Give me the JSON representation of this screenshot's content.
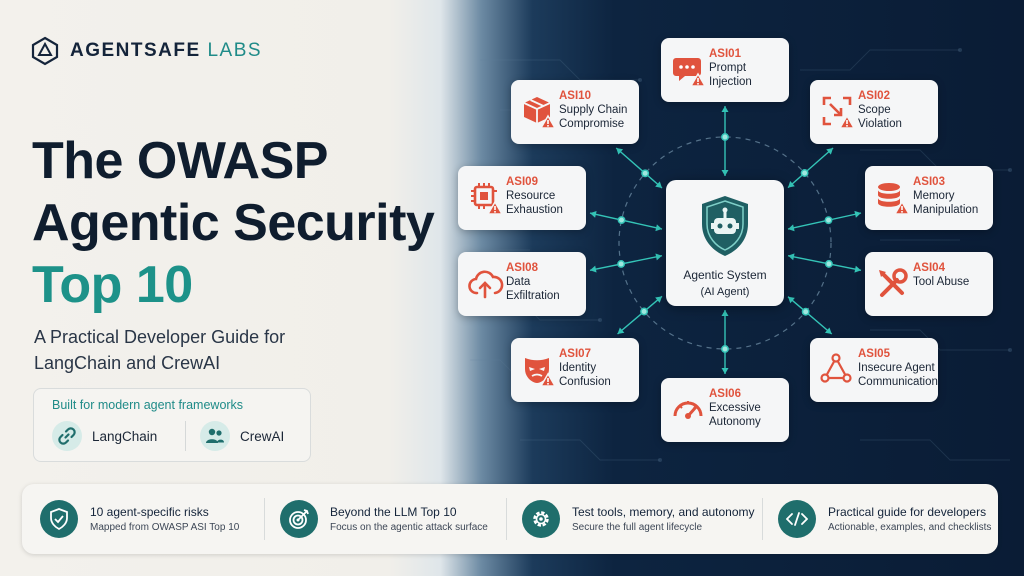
{
  "brand": {
    "name": "AGENTSAFE",
    "suffix": " LABS"
  },
  "hero": {
    "title_line1": "The OWASP",
    "title_line2": "Agentic Security",
    "title_line3": "Top 10",
    "subtitle": "A Practical Developer Guide for LangChain and CrewAI"
  },
  "frameworks": {
    "title": "Built for modern agent frameworks",
    "items": [
      {
        "name": "LangChain",
        "icon": "link-icon"
      },
      {
        "name": "CrewAI",
        "icon": "users-icon"
      }
    ]
  },
  "diagram": {
    "center": {
      "title": "Agentic System",
      "subtitle": "(AI Agent)",
      "icon": "robot-shield-icon"
    },
    "risks": [
      {
        "code": "ASI01",
        "label": "Prompt Injection",
        "icon": "chat-warning-icon"
      },
      {
        "code": "ASI02",
        "label": "Scope Violation",
        "icon": "scope-warning-icon"
      },
      {
        "code": "ASI03",
        "label": "Memory Manipulation",
        "icon": "database-warning-icon"
      },
      {
        "code": "ASI04",
        "label": "Tool Abuse",
        "icon": "tools-icon"
      },
      {
        "code": "ASI05",
        "label": "Insecure Agent Communication",
        "icon": "network-warning-icon"
      },
      {
        "code": "ASI06",
        "label": "Excessive Autonomy",
        "icon": "gauge-icon"
      },
      {
        "code": "ASI07",
        "label": "Identity Confusion",
        "icon": "mask-icon"
      },
      {
        "code": "ASI08",
        "label": "Data Exfiltration",
        "icon": "cloud-upload-icon"
      },
      {
        "code": "ASI09",
        "label": "Resource Exhaustion",
        "icon": "chip-warning-icon"
      },
      {
        "code": "ASI10",
        "label": "Supply Chain Compromise",
        "icon": "package-warning-icon"
      }
    ]
  },
  "features": [
    {
      "title": "10 agent-specific risks",
      "desc": "Mapped from OWASP ASI Top 10",
      "icon": "shield-check-icon"
    },
    {
      "title": "Beyond the LLM Top 10",
      "desc": "Focus on the agentic attack surface",
      "icon": "target-icon"
    },
    {
      "title": "Test tools, memory, and autonomy",
      "desc": "Secure the full agent lifecycle",
      "icon": "gear-icon"
    },
    {
      "title": "Practical guide for developers",
      "desc": "Actionable, examples, and checklists",
      "icon": "code-icon"
    }
  ],
  "colors": {
    "accent": "#1d9289",
    "risk": "#e0533d",
    "navy": "#0a1c35"
  }
}
